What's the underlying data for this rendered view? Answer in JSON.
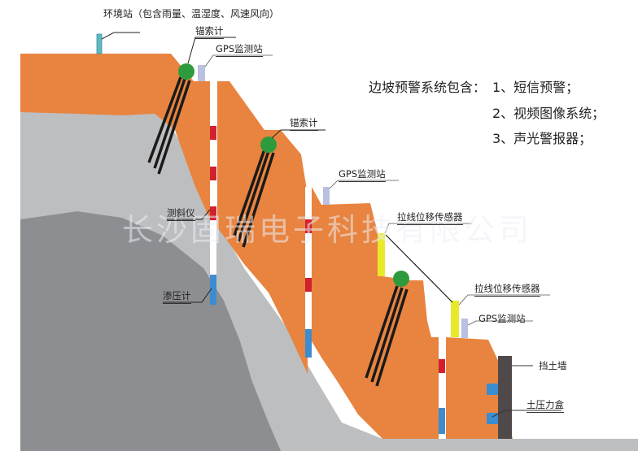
{
  "colors": {
    "soil_orange": "#E8843F",
    "rock_light_gray": "#BDBEC0",
    "rock_dark_gray": "#8D8E91",
    "anchor_green": "#2E9A3E",
    "anchor_rod": "#1A1A1A",
    "inclinometer_red": "#D1202E",
    "piezometer_blue": "#3C8DD0",
    "displacement_yellow": "#E9E92B",
    "gps_lavender": "#B9C0E0",
    "retaining_wall": "#4F4A49",
    "env_station_teal": "#5FB7C4"
  },
  "labels": {
    "env_station": "环境站（包含雨量、温湿度、风速风向）",
    "anchor_meter_1": "锚索计",
    "gps_station_1": "GPS监测站",
    "anchor_meter_2": "锚索计",
    "gps_station_2": "GPS监测站",
    "inclinometer": "测斜仪",
    "piezometer": "渗压计",
    "displacement_sensor_1": "拉线位移传感器",
    "displacement_sensor_2": "拉线位移传感器",
    "gps_station_3": "GPS监测站",
    "retaining_wall": "挡土墙",
    "earth_pressure_cell": "土压力盒"
  },
  "system_description": {
    "heading": "边坡预警系统包含：",
    "items": [
      "1、短信预警；",
      "2、视频图像系统；",
      "3、声光警报器；"
    ]
  },
  "watermark": "长沙固瑞电子科技有限公司"
}
